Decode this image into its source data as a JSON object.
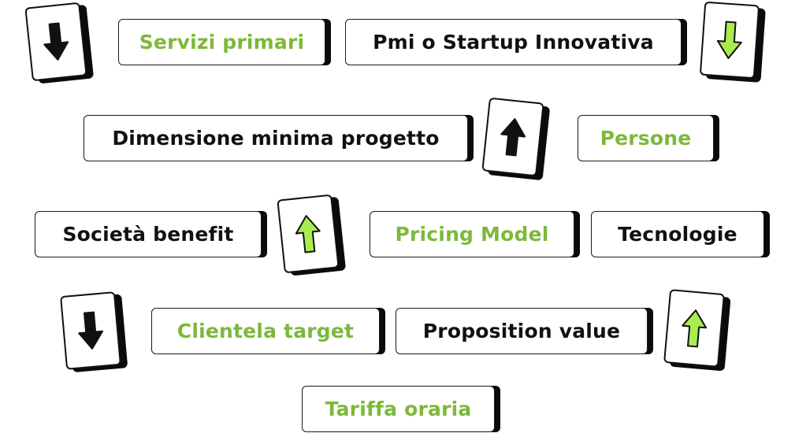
{
  "colors": {
    "accent": "#7db83a",
    "arrow_green": "#a9ec4e",
    "ink": "#111111"
  },
  "tags": {
    "servizi_primari": "Servizi primari",
    "pmi_startup": "Pmi o Startup Innovativa",
    "dimensione_minima": "Dimensione minima progetto",
    "persone": "Persone",
    "societa_benefit": "Società benefit",
    "pricing_model": "Pricing Model",
    "tecnologie": "Tecnologie",
    "clientela_target": "Clientela target",
    "proposition_value": "Proposition value",
    "tariffa_oraria": "Tariffa oraria"
  },
  "tiles": [
    {
      "icon": "arrow-down-icon",
      "fill": "black"
    },
    {
      "icon": "arrow-down-icon",
      "fill": "green"
    },
    {
      "icon": "arrow-up-icon",
      "fill": "black"
    },
    {
      "icon": "arrow-up-icon",
      "fill": "green"
    },
    {
      "icon": "arrow-down-icon",
      "fill": "black"
    },
    {
      "icon": "arrow-up-icon",
      "fill": "green"
    }
  ]
}
